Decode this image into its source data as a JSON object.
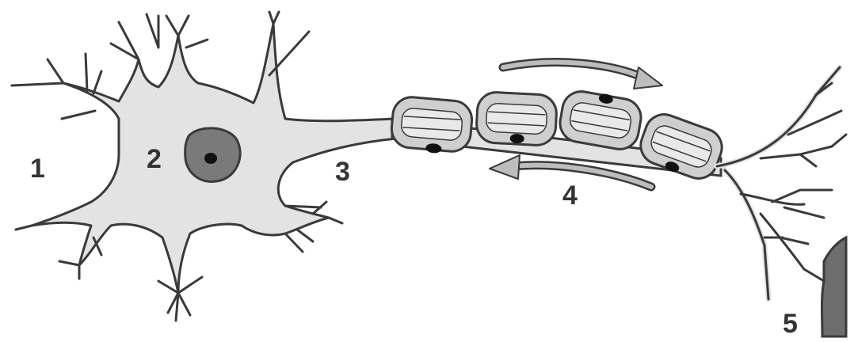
{
  "labels": {
    "dendrites": "1",
    "cell_body": "2",
    "axon_hillock": "3",
    "signal_direction": "4",
    "axon_terminal": "5"
  },
  "colors": {
    "cytoplasm": "#e3e3e3",
    "outline": "#3a3a3a",
    "nucleus": "#7a7a7a",
    "nucleolus": "#111111",
    "myelin_outer": "#cfcfcf",
    "myelin_inner": "#e9e9e9",
    "arrow": "#bdbdbd",
    "target_cell": "#6e6e6e",
    "label_text": "#333333"
  },
  "icons": {
    "top_arrow": "arrow-right-icon",
    "bottom_arrow": "arrow-left-icon"
  }
}
